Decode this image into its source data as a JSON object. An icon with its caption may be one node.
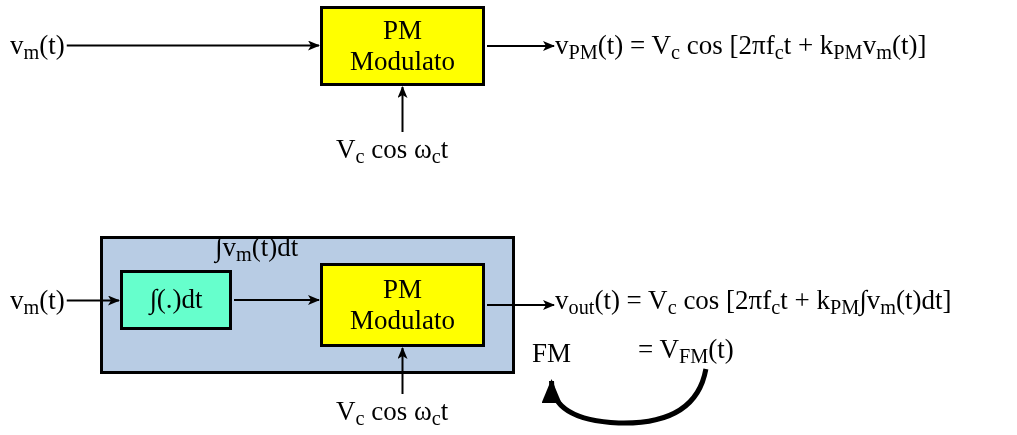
{
  "diagram": {
    "nodes": [
      {
        "text": [
          "v$_{m}$(t)"
        ]
      },
      {
        "text": [
          "PM Modulato"
        ]
      },
      {
        "text": [
          "v$_{PM}$(t) = V$_{c}$ cos [2πf$_{c}$t + k$_{PM}$v$_{m}$(t)]"
        ]
      },
      {
        "text": [
          "V$_{c}$ cos ω$_{c}$t"
        ]
      },
      {
        "text": [],
        "shape": "box"
      },
      {
        "text": [
          "v$_{m}$(t)"
        ]
      },
      {
        "text": [
          "∫(.)dt"
        ],
        "in": 4
      },
      {
        "text": [
          "PM Modulato"
        ],
        "in": 4
      },
      {
        "text": [
          "v$_{out}$(t) = V$_{c}$ cos [2πf$_{c}$t + k$_{PM}$∫v$_{m}$(t)dt]"
        ]
      },
      {
        "text": [
          "= V$_{FM}$(t)"
        ]
      },
      {
        "text": [
          "FM"
        ]
      },
      {
        "text": [
          "V$_{c}$ cos ω$_{c}$t"
        ]
      }
    ],
    "edges": [
      {
        "from": 0,
        "to": 1,
        "arrow": "to"
      },
      {
        "from": 1,
        "to": 2,
        "arrow": "to"
      },
      {
        "from": 3,
        "to": 1,
        "arrow": "to"
      },
      {
        "from": 5,
        "to": 6,
        "arrow": "to"
      },
      {
        "from": 6,
        "to": 7,
        "arrow": "to",
        "label": "∫v$_{m}$(t)dt"
      },
      {
        "from": 7,
        "to": 8,
        "arrow": "to"
      },
      {
        "from": 11,
        "to": 7,
        "arrow": "to"
      },
      {
        "from": 9,
        "to": 10,
        "arrow": "to",
        "style": "thick"
      }
    ]
  }
}
